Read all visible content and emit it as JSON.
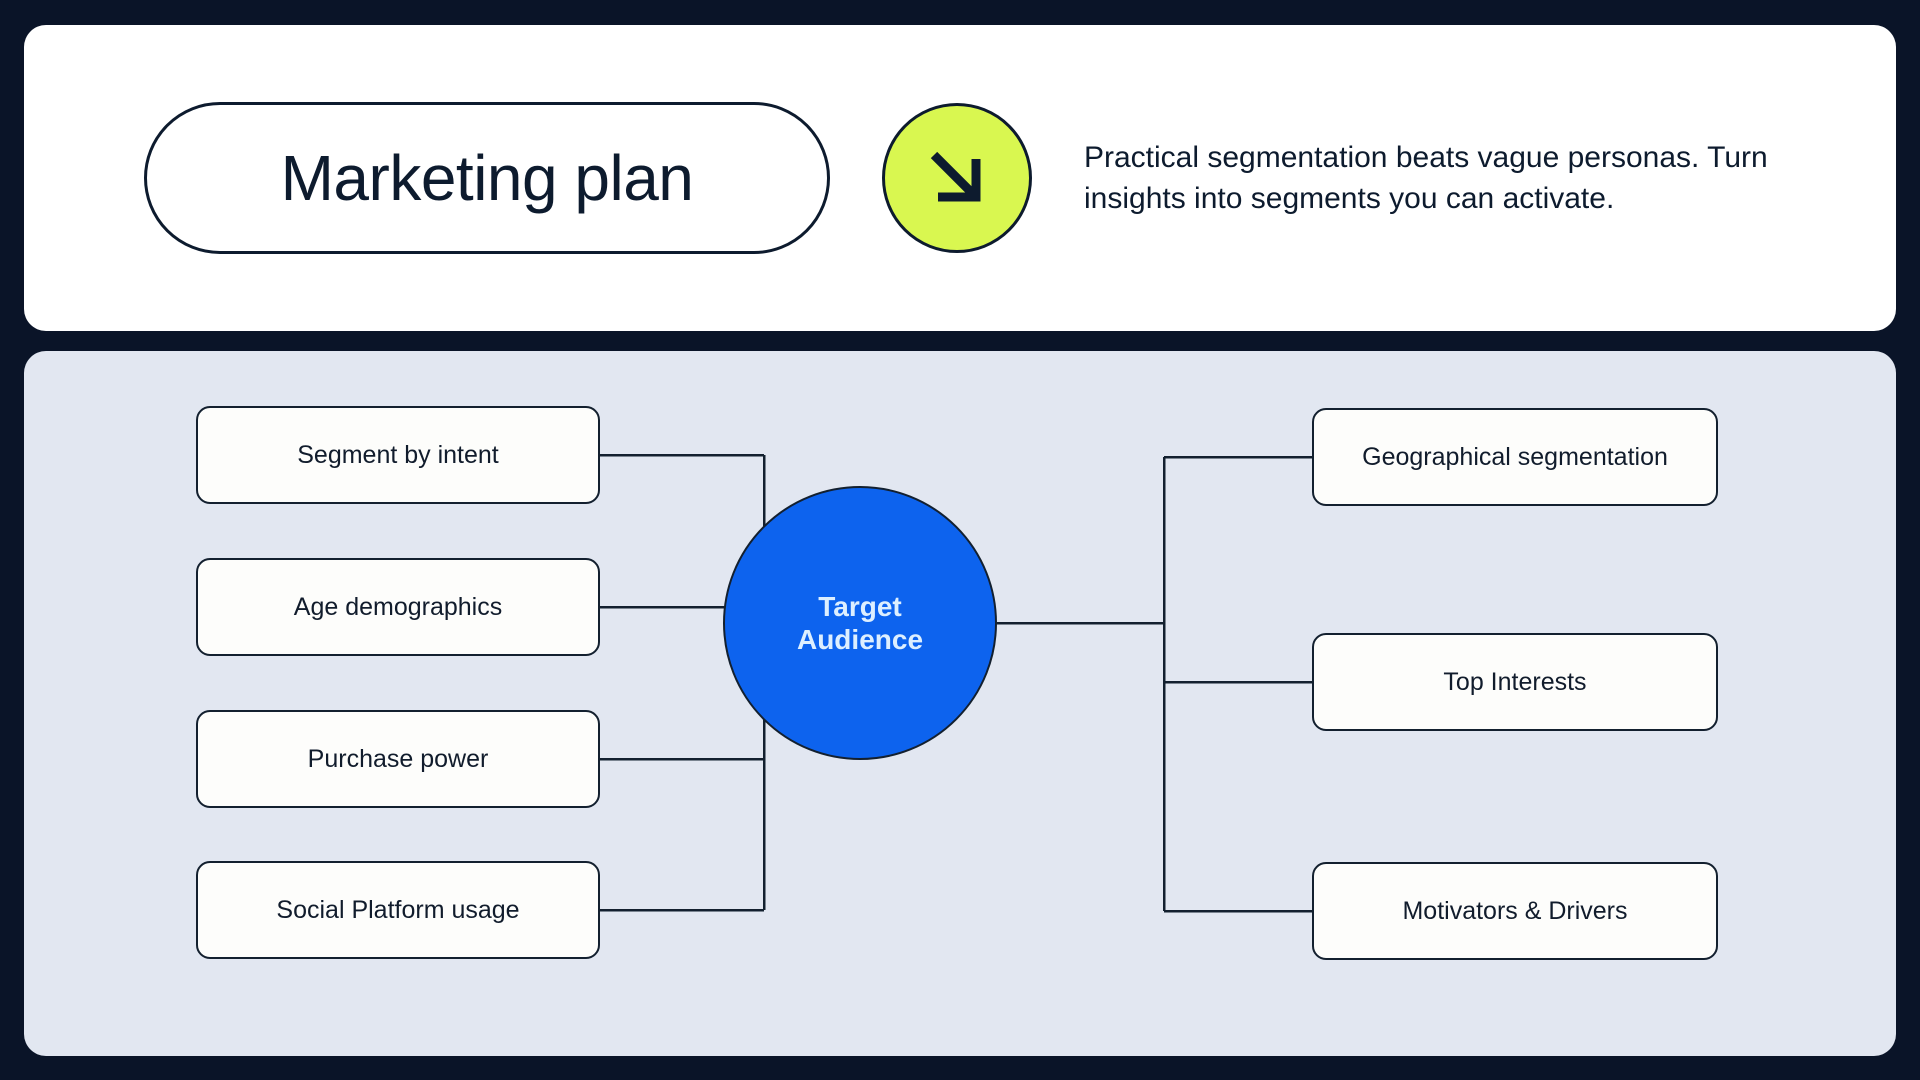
{
  "header": {
    "title": "Marketing plan",
    "accent_icon": "arrow-down-right-icon",
    "accent_color": "#d9f750",
    "tagline": "Practical segmentation beats vague personas. Turn insights into segments you can activate."
  },
  "diagram": {
    "hub": {
      "label": "Target\nAudience",
      "color": "#0d63ee",
      "text_color": "#ddefff"
    },
    "left_nodes": [
      {
        "label": "Segment by intent"
      },
      {
        "label": "Age demographics"
      },
      {
        "label": "Purchase power"
      },
      {
        "label": "Social Platform usage"
      }
    ],
    "right_nodes": [
      {
        "label": "Geographical segmentation"
      },
      {
        "label": "Top Interests"
      },
      {
        "label": "Motivators & Drivers"
      }
    ]
  },
  "theme": {
    "page_background": "#0a1428",
    "header_panel_background": "#ffffff",
    "body_panel_background": "#e2e7f1",
    "ink": "#0d1b2e",
    "node_background": "#fdfdfb"
  }
}
